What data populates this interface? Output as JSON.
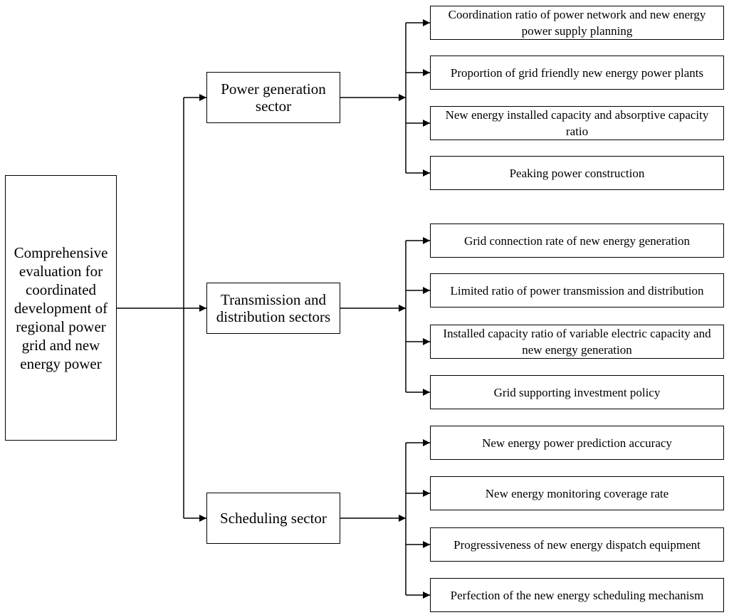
{
  "root": {
    "label": "Comprehensive evaluation for coordinated development of regional power grid and new energy power"
  },
  "sectors": [
    {
      "label": "Power generation sector",
      "indicators": [
        "Coordination ratio of power network and new energy power supply planning",
        "Proportion of grid friendly new energy power plants",
        "New energy installed capacity and absorptive capacity ratio",
        "Peaking power construction"
      ]
    },
    {
      "label": "Transmission and distribution sectors",
      "indicators": [
        "Grid connection rate of new energy generation",
        "Limited ratio of power transmission and distribution",
        "Installed capacity ratio of variable electric capacity and new energy generation",
        "Grid supporting investment policy"
      ]
    },
    {
      "label": "Scheduling sector",
      "indicators": [
        "New energy power prediction accuracy",
        "New energy monitoring coverage rate",
        "Progressiveness of new energy dispatch equipment",
        "Perfection of the new energy scheduling mechanism"
      ]
    }
  ]
}
